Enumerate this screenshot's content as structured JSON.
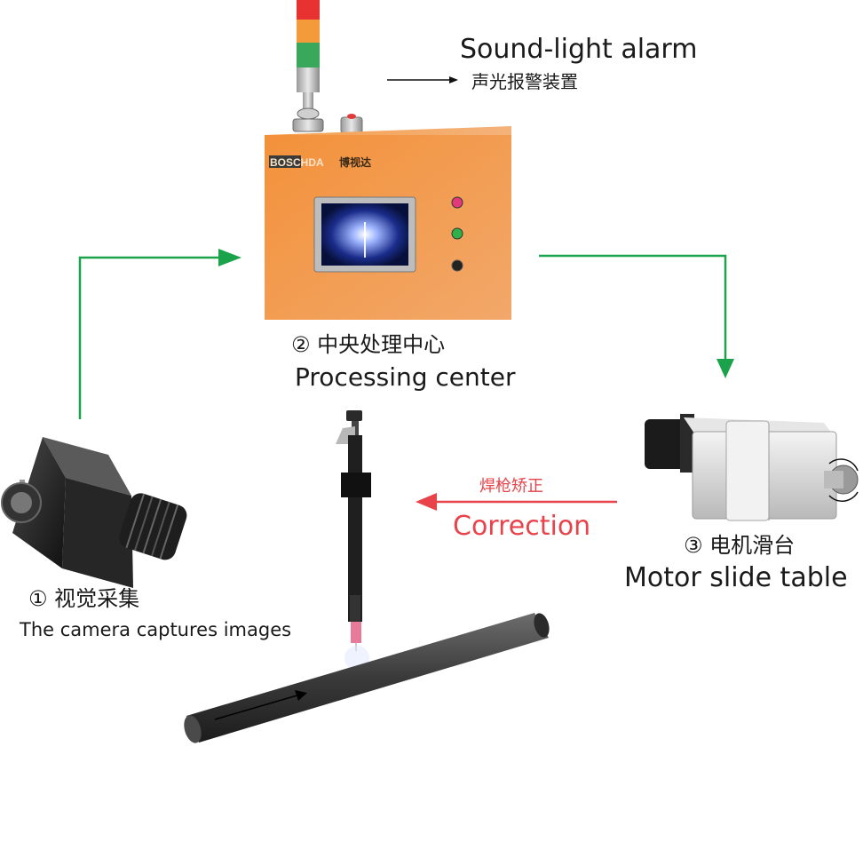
{
  "alarm": {
    "en": "Sound-light alarm",
    "zh": "声光报警装置"
  },
  "box": {
    "brand": "BOSCHDA",
    "brand_zh": "博视达"
  },
  "processing": {
    "zh": "② 中央处理中心",
    "en": "Processing center"
  },
  "camera": {
    "zh": "① 视觉采集",
    "en": "The camera captures images"
  },
  "motor": {
    "zh": "③ 电机滑台",
    "en": "Motor slide table"
  },
  "correction": {
    "zh": "焊枪矫正",
    "en": "Correction"
  },
  "colors": {
    "flow_arrow": "#1aa34a",
    "correction": "#e8434a",
    "box": "#f29a45"
  }
}
